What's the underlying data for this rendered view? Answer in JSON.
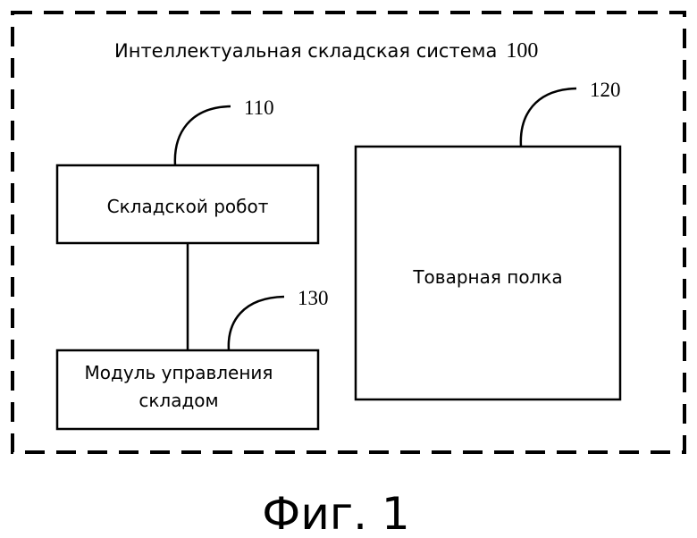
{
  "system": {
    "title": "Интеллектуальная складская система",
    "ref": "100"
  },
  "robot": {
    "label": "Складской робот",
    "ref": "110"
  },
  "shelf": {
    "label": "Товарная полка",
    "ref": "120"
  },
  "control": {
    "label_line1": "Модуль управления",
    "label_line2": "складом",
    "ref": "130"
  },
  "caption": "Фиг. 1"
}
